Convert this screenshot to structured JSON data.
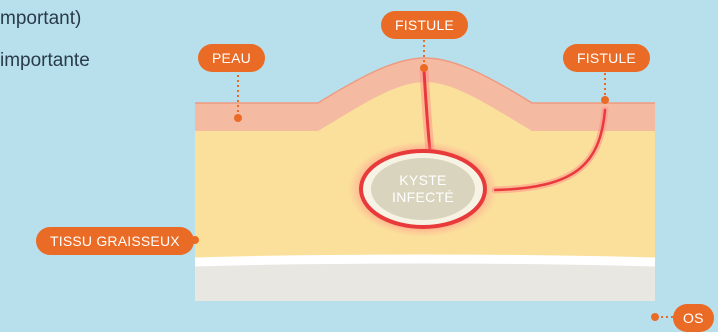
{
  "side_text": {
    "line1": "mportant)",
    "line2": "importante"
  },
  "labels": {
    "peau": "PEAU",
    "fistule_top": "FISTULE",
    "fistule_right": "FISTULE",
    "tissu": "TISSU GRAISSEUX",
    "os": "OS",
    "cyst_line1": "KYSTE",
    "cyst_line2": "INFECTÉ"
  },
  "colors": {
    "background": "#b7e0ec",
    "label": "#ea6b25",
    "skin": "#f4bba2",
    "fat": "#fbe09b",
    "bone": "#e8e7e1",
    "fistula": "#e83a3a",
    "cyst_fill": "#d9d4bd"
  }
}
